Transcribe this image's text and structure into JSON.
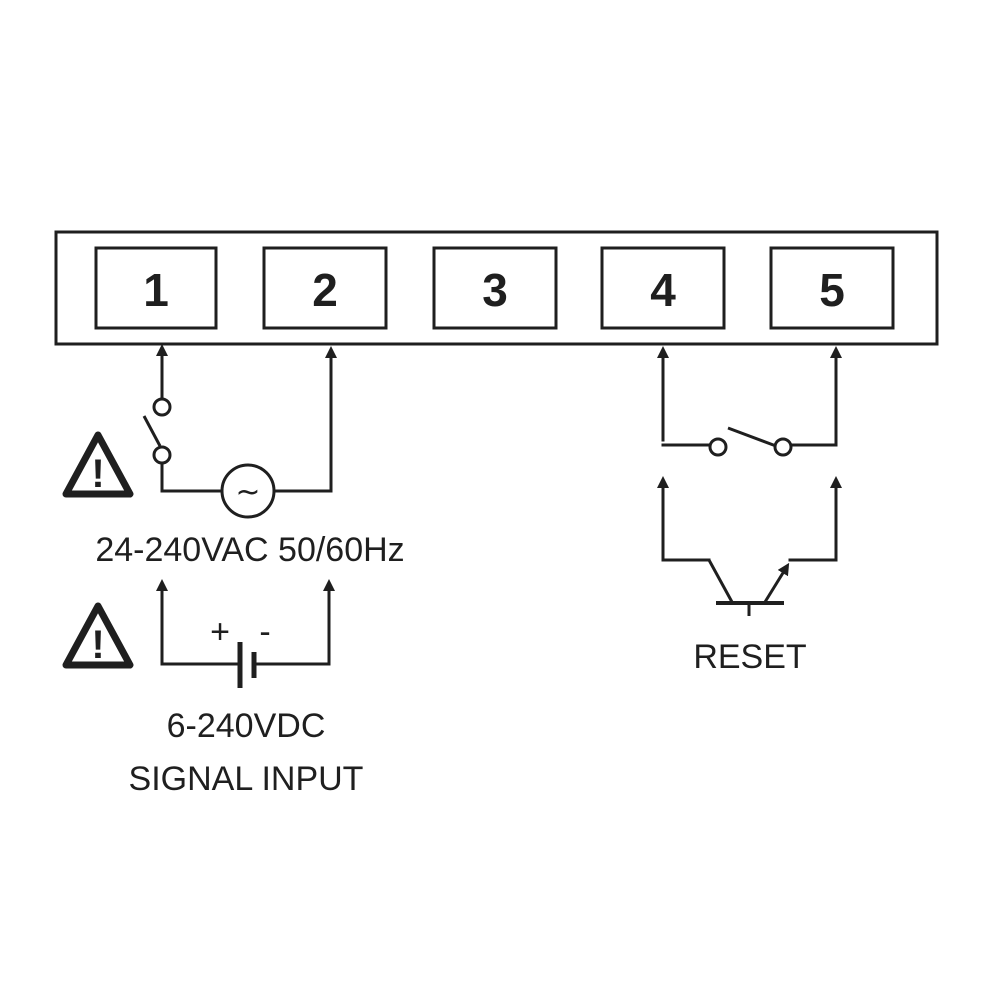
{
  "terminals": [
    "1",
    "2",
    "3",
    "4",
    "5"
  ],
  "ac_supply": {
    "label": "24-240VAC 50/60Hz",
    "source_symbol": "~",
    "warning_glyph": "!"
  },
  "dc_supply": {
    "positive": "+",
    "negative": "-",
    "label_line1": "6-240VDC",
    "label_line2": "SIGNAL INPUT",
    "warning_glyph": "!"
  },
  "reset": {
    "label": "RESET"
  },
  "icons": [
    "warning-triangle-icon",
    "switch-icon",
    "ac-source-icon",
    "battery-icon",
    "transistor-icon"
  ]
}
